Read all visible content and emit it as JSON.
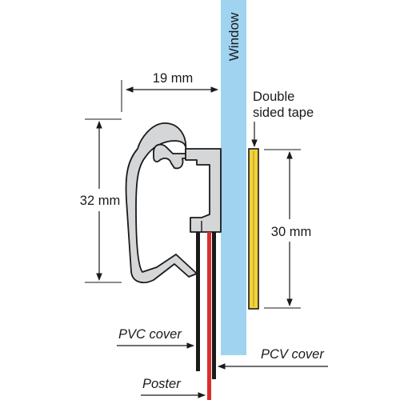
{
  "labels": {
    "window": "Window",
    "width_dim": "19 mm",
    "height_dim": "32 mm",
    "tape_dim": "30 mm",
    "tape_line1": "Double",
    "tape_line2": "sided tape",
    "pvc_cover": "PVC cover",
    "pcv_cover": "PCV cover",
    "poster": "Poster"
  },
  "colors": {
    "glass": "#9fd3f0",
    "aluminium": "#d4d6d8",
    "tape": "#f2d23c",
    "poster": "#d8302f",
    "cover": "#1a1a1a",
    "line": "#1a1a1a"
  }
}
